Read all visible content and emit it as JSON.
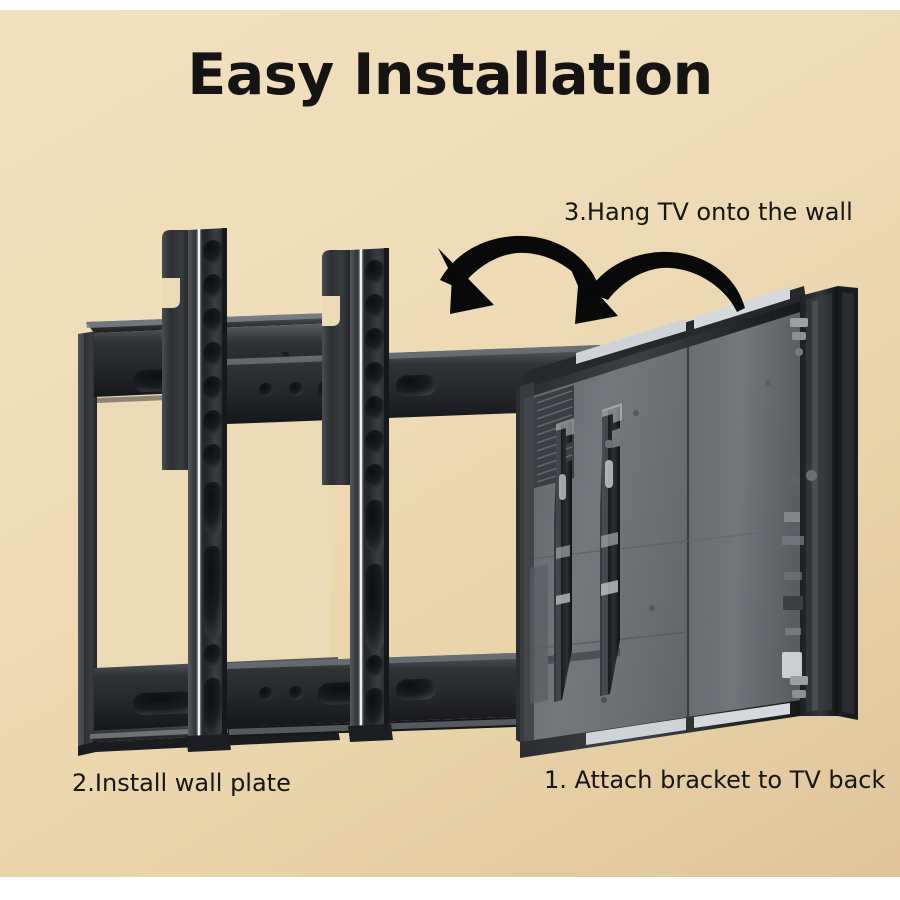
{
  "page": {
    "title": "Easy Installation",
    "background_top_color": "#f2e0bf",
    "background_bottom_color": "#dfc49b",
    "border_color": "#ffffff"
  },
  "steps": [
    {
      "number": "1",
      "label": "1. Attach bracket to TV back",
      "illustration": "tv-back-with-brackets"
    },
    {
      "number": "2",
      "label": "2.Install wall plate",
      "illustration": "wall-plate-bracket"
    },
    {
      "number": "3",
      "label": "3.Hang TV onto the wall",
      "illustration": "curved-arrows"
    }
  ],
  "captions": {
    "hang_tv": "3.Hang TV onto the wall",
    "install_wall_plate": "2.Install wall plate",
    "attach_bracket": "1. Attach bracket to TV back"
  },
  "colors": {
    "metal_dark": "#2b2c2e",
    "metal_mid": "#44474a",
    "metal_light": "#8d9196",
    "metal_highlight": "#e8eaec",
    "tv_panel": "#6e7175",
    "tv_panel_dark": "#4a4d51",
    "arrow": "#0a0a0a",
    "text": "#17150f"
  },
  "graphics": {
    "arrows": [
      {
        "name": "arrow-left",
        "direction": "down-left"
      },
      {
        "name": "arrow-right",
        "direction": "down-left"
      }
    ],
    "wall_plate": {
      "rail_count": 2,
      "hole_column_count": 2,
      "round_holes_per_rail": 9
    },
    "tv": {
      "bracket_arm_count": 2,
      "has_vent_grille": true
    }
  }
}
